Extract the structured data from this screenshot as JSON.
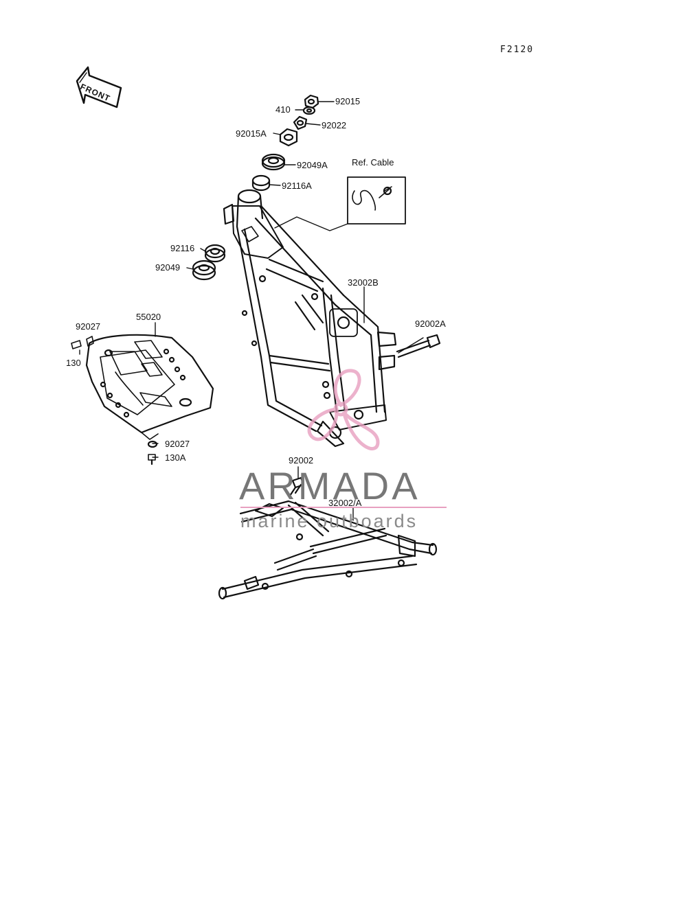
{
  "figure_code": "F2120",
  "front_arrow_label": "FRONT",
  "ref_cable_label": "Ref. Cable",
  "watermark": {
    "title": "ARMADA",
    "subtitle": "marine outboards",
    "logo_color": "#e8a0c0",
    "text_color": "#777777"
  },
  "part_labels": {
    "p92015": "92015",
    "p410": "410",
    "p92022": "92022",
    "p92015A": "92015A",
    "p92049A": "92049A",
    "p92116A": "92116A",
    "p92116": "92116",
    "p92049": "92049",
    "p32002B": "32002B",
    "p92002A": "92002A",
    "p92027_top": "92027",
    "p55020": "55020",
    "p130": "130",
    "p92027_bottom": "92027",
    "p130A": "130A",
    "p92002": "92002",
    "p32002A": "32002/A"
  }
}
